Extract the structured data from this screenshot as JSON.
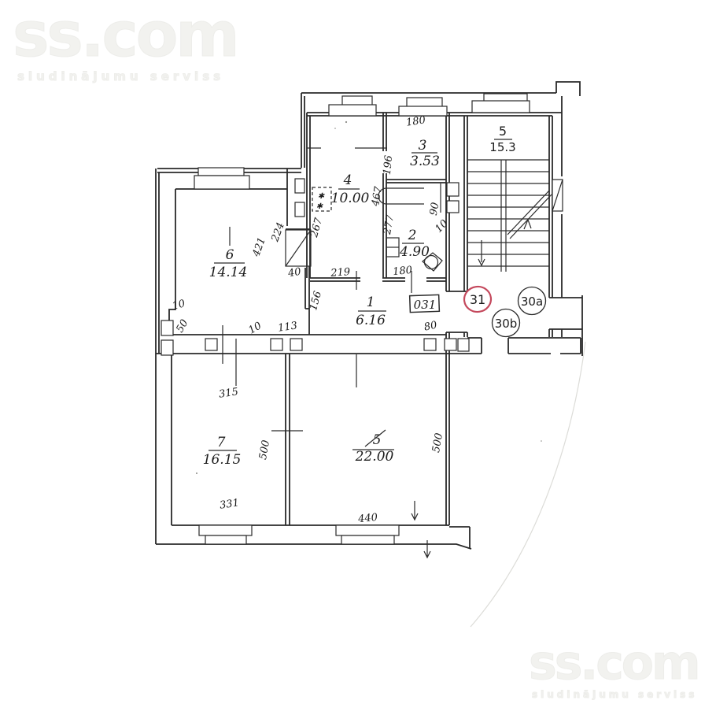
{
  "watermarks": {
    "brand": "ss.com",
    "tagline": "sludinājumu serviss"
  },
  "plan": {
    "rooms": {
      "hall": {
        "number": "1",
        "area": "6.16"
      },
      "bathroom": {
        "number": "2",
        "area": "4.90"
      },
      "wc": {
        "number": "3",
        "area": "3.53"
      },
      "kitchen": {
        "number": "4",
        "area": "10.00"
      },
      "stairs": {
        "number": "5",
        "area": "15.3"
      },
      "room6": {
        "number": "6",
        "area": "14.14"
      },
      "room7": {
        "number": "7",
        "area": "16.15"
      },
      "room8": {
        "number": "5",
        "area": "22.00"
      }
    },
    "units": {
      "u31": "31",
      "u30a": "30a",
      "u30b": "30b",
      "door_code": "031"
    },
    "marks": {
      "stove": "✱"
    },
    "dims": {
      "d180_top": "180",
      "d196": "196",
      "d467": "467",
      "d277": "277",
      "d90": "90",
      "d10_shaft": "10",
      "d267": "267",
      "d224": "224",
      "d421": "421",
      "d40": "40",
      "d219": "219",
      "d180_hall": "180",
      "d156": "156",
      "d80": "80",
      "d113": "113",
      "d10_mid": "10",
      "d10_left": "10",
      "d50": "50",
      "d315": "315",
      "d331": "331",
      "d500_left": "500",
      "d500_right": "500",
      "d440": "440"
    }
  }
}
